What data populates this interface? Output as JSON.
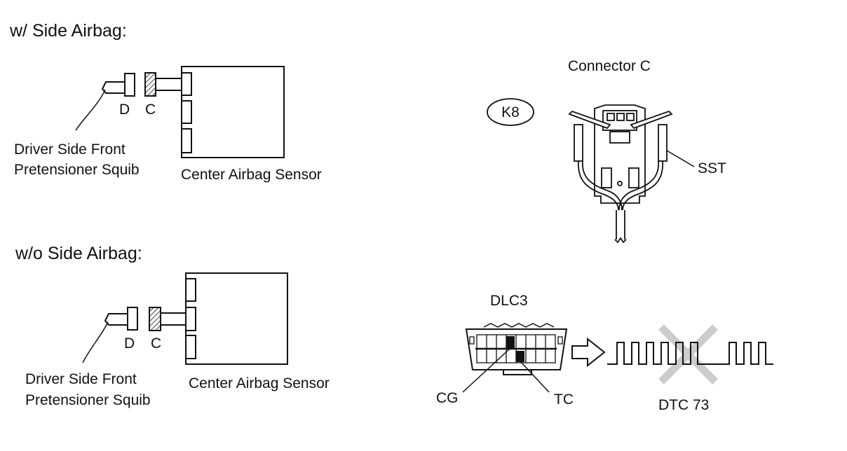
{
  "top_section": {
    "heading": "w/ Side Airbag:",
    "connector_d": "D",
    "connector_c": "C",
    "squib_line1": "Driver Side Front",
    "squib_line2": "Pretensioner Squib",
    "sensor_label": "Center Airbag Sensor"
  },
  "bottom_section": {
    "heading": "w/o Side Airbag:",
    "connector_d": "D",
    "connector_c": "C",
    "squib_line1": "Driver Side Front",
    "squib_line2": "Pretensioner Squib",
    "sensor_label": "Center Airbag Sensor"
  },
  "connector_view": {
    "title": "Connector C",
    "code_badge": "K8",
    "tool_label": "SST"
  },
  "dlc_view": {
    "title": "DLC3",
    "terminal_cg": "CG",
    "terminal_tc": "TC",
    "dtc_label": "DTC 73"
  },
  "colors": {
    "line": "#111111",
    "cross_mark": "#cccccc"
  }
}
